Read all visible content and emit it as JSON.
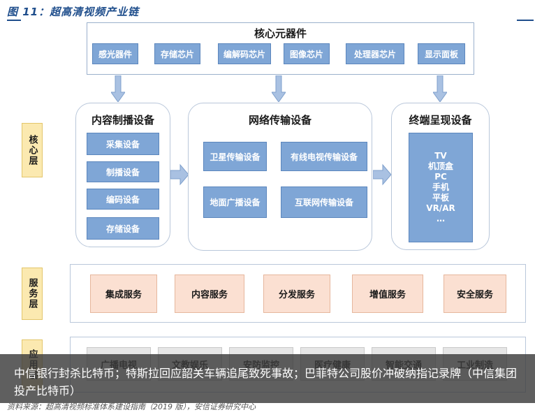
{
  "figure_title": "图 11：超高清视频产业链",
  "core_components": {
    "title": "核心元器件",
    "chips": [
      "感光器件",
      "存储芯片",
      "编解码芯片",
      "图像芯片",
      "处理器芯片",
      "显示面板"
    ]
  },
  "core_layer_label": "核心层",
  "content_devices": {
    "title": "内容制播设备",
    "items": [
      "采集设备",
      "制播设备",
      "编码设备",
      "存储设备"
    ]
  },
  "network_devices": {
    "title": "网络传输设备",
    "items": [
      "卫星传输设备",
      "有线电视传输设备",
      "地面广播设备",
      "互联网传输设备"
    ]
  },
  "terminal_devices": {
    "title": "终端呈现设备",
    "items": [
      "TV",
      "机顶盒",
      "PC",
      "手机",
      "平板",
      "VR/AR",
      "…"
    ]
  },
  "service_layer": {
    "label": "服务层",
    "items": [
      "集成服务",
      "内容服务",
      "分发服务",
      "增值服务",
      "安全服务"
    ]
  },
  "application_layer": {
    "label": "应用层",
    "items": [
      "广播电视",
      "文教娱乐",
      "安防监控",
      "医疗健康",
      "智能交通",
      "工业制造"
    ]
  },
  "source": "资料来源：超高清视频标准体系建设指南（2019 版），安信证券研究中心",
  "overlay_text": "中信银行封杀比特币；特斯拉回应韶关车辆追尾致死事故；巴菲特公司股价冲破纳指记录牌（中信集团投产比特币）",
  "colors": {
    "chip_blue": "#7fa6d6",
    "service_peach": "#fbe0d2",
    "layer_yellow": "#fbe9b0",
    "title_blue": "#1f4e8c"
  }
}
